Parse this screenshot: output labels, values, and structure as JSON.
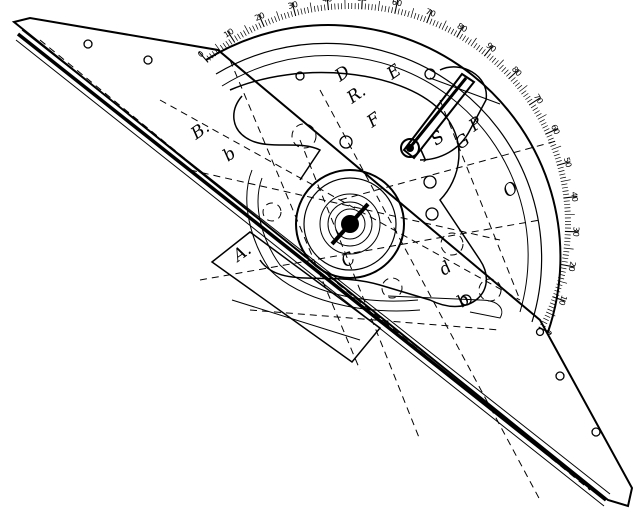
{
  "figure": {
    "labels": {
      "A": "A.",
      "B": "B.",
      "C": "C",
      "D": "D",
      "E": "E",
      "F": "F",
      "R": "R.",
      "I": "I",
      "S": "S",
      "G": "G",
      "P": "P",
      "O": "O",
      "b_upper": "b",
      "b_lower": "b",
      "d": "d"
    },
    "scale_numbers": [
      "0",
      "10",
      "20",
      "30",
      "40",
      "50",
      "60",
      "70",
      "80",
      "90",
      "80",
      "70",
      "60",
      "50",
      "40",
      "30",
      "20",
      "10",
      "0"
    ]
  }
}
